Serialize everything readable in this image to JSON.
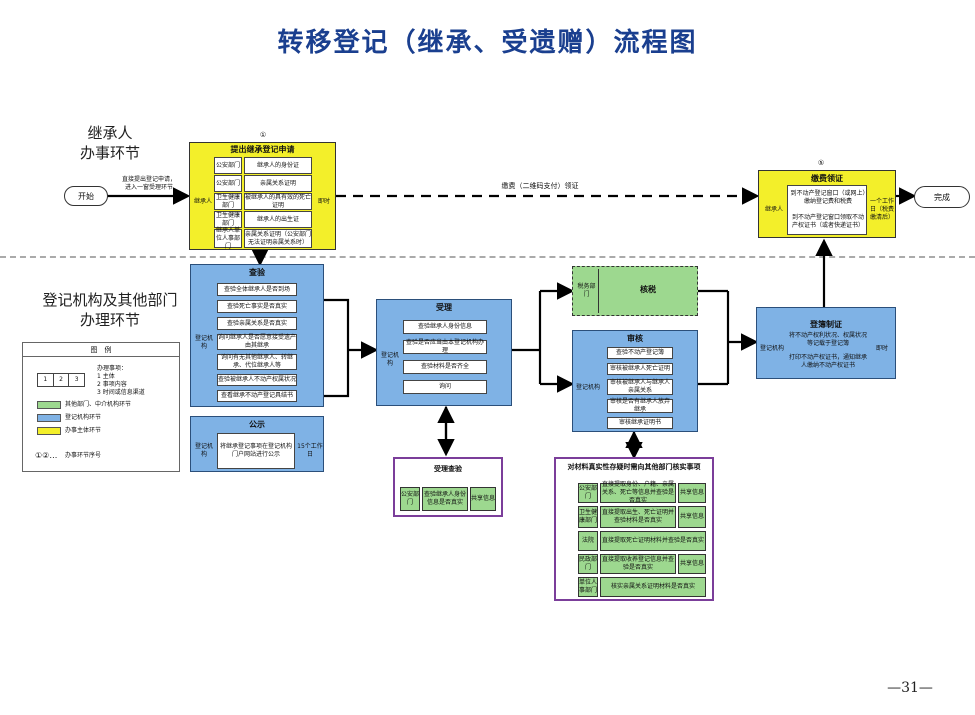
{
  "title": "转移登记（继承、受遗赠）流程图",
  "lanes": {
    "applicant": [
      "继承人",
      "办事环节"
    ],
    "registry": [
      "登记机构及其他部门",
      "办理环节"
    ]
  },
  "start": "开始",
  "end": "完成",
  "start_note": [
    "直接提出登记申请，",
    "进入一窗受理环节"
  ],
  "submit": {
    "num": "①",
    "title": "提出继承登记申请",
    "side": "继承人",
    "time": "即时",
    "rows": [
      {
        "org": "公安部门",
        "item": "继承人的身份证"
      },
      {
        "org": "公安部门",
        "item": "亲属关系证明"
      },
      {
        "org": "卫生健康部门",
        "item": "被继承人的具有效的死亡证明"
      },
      {
        "org": "卫生健康部门",
        "item": "继承人的出生证"
      },
      {
        "org": "继承人单位人事部门",
        "item": "亲属关系证明（公安部门无法证明亲属关系时）"
      }
    ]
  },
  "pay_label": "缴费（二维码支付）领证",
  "pay": {
    "num": "⑤",
    "title": "缴费领证",
    "side": "继承人",
    "text1": "到不动产登记窗口（或网上）缴纳登记费和税费",
    "text2": "到不动产登记窗口领取不动产权证书（或者快递证书）",
    "time": "一个工作日（税费缴清后）"
  },
  "check": {
    "title": "查验",
    "side": "登记机构",
    "items": [
      "查验全体继承人是否到场",
      "查验死亡事实是否真实",
      "查验亲属关系是否真实",
      "询问继承人是否愿意接受遗产由其继承",
      "询问有无其他继承人、转继承、代位继承人等",
      "查验被继承人不动产权属状况",
      "查看继承不动产登记具结书"
    ]
  },
  "notice": {
    "title": "公示",
    "side": "登记机构",
    "text": "将继承登记事项在登记机构门户网站进行公示",
    "time": "15个工作日"
  },
  "accept": {
    "title": "受理",
    "side": "登记机构",
    "items": [
      "查验继承人身份信息",
      "查验是否应当由本登记机构办理",
      "查验材料是否齐全",
      "询问"
    ]
  },
  "accept_check": {
    "title": "受理查验",
    "org": "公安部门",
    "text": "查验继承人身份信息是否真实",
    "share": "共享信息"
  },
  "tax": {
    "side": "税务部门",
    "title": "核税"
  },
  "review": {
    "title": "审核",
    "side": "登记机构",
    "items": [
      "查验不动产登记簿",
      "审核被继承人死亡证明",
      "审核被继承人与继承人亲属关系",
      "审核是否有继承人放弃继承",
      "审核继承证明书"
    ]
  },
  "verify": {
    "title": "对材料真实性存疑时需向其他部门核实事项",
    "rows": [
      {
        "org": "公安部门",
        "text": "直接提取身份、户籍、亲属关系、死亡等信息并查验是否真实",
        "share": "共享信息"
      },
      {
        "org": "卫生健康部门",
        "text": "直接提取出生、死亡证明并查验材料是否真实",
        "share": "共享信息"
      },
      {
        "org": "法院",
        "text": "直接提取死亡证明材料并查验是否真实",
        "share": ""
      },
      {
        "org": "民政部门",
        "text": "直接提取收养登记信息并查验是否真实",
        "share": "共享信息"
      },
      {
        "org": "单位人事部门",
        "text": "核实亲属关系证明材料是否真实",
        "share": ""
      }
    ]
  },
  "register": {
    "title": "登簿制证",
    "side": "登记机构",
    "text1": "将不动产权利状况、权属状况等记载于登记簿",
    "text2": "打印不动产权证书，通知继承人缴纳不动产权证书",
    "time": "即时"
  },
  "legend": {
    "title": "图　例",
    "cells": [
      "1",
      "2",
      "3"
    ],
    "desc": [
      "办理事项：",
      "1 主体",
      "2 事项内容",
      "3 时间或信息渠道"
    ],
    "items": [
      {
        "color": "#9dd88f",
        "label": "其他部门、中介机构环节"
      },
      {
        "color": "#7fb2e5",
        "label": "登记机构环节"
      },
      {
        "color": "#f3ef2a",
        "label": "办事主体环节"
      }
    ],
    "seq_symbol": "①②…",
    "seq_label": "办事环节序号"
  },
  "page_number": "—31—",
  "colors": {
    "title": "#1a3f8f",
    "blue": "#7fb2e5",
    "yellow": "#f3ef2a",
    "green": "#9dd88f",
    "purple": "#7b3e9a"
  }
}
